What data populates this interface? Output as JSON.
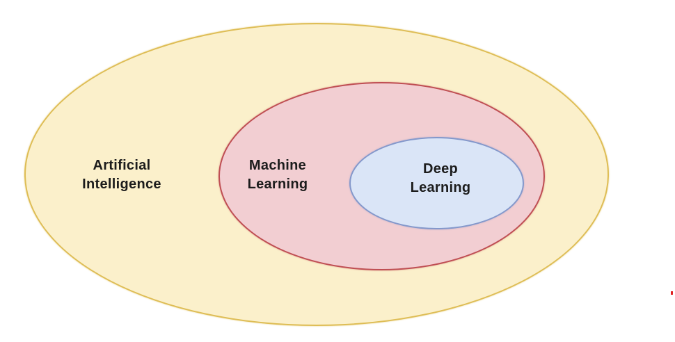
{
  "diagram": {
    "type": "nested-venn",
    "background_color": "#ffffff",
    "text_color": "#1C1C1C",
    "sets": {
      "ai": {
        "label": "Artificial Intelligence",
        "line1": "Artificial",
        "line2": "Intelligence",
        "fill_color": "#FBF0CB",
        "border_color": "#DEBD55"
      },
      "ml": {
        "label": "Machine Learning",
        "line1": "Machine",
        "line2": "Learning",
        "fill_color": "#F2CED2",
        "border_color": "#BF4E53"
      },
      "dl": {
        "label": "Deep Learning",
        "line1": "Deep",
        "line2": "Learning",
        "fill_color": "#DAE5F7",
        "border_color": "#8498CB"
      }
    },
    "artifact_dot_color": "#E02020"
  }
}
